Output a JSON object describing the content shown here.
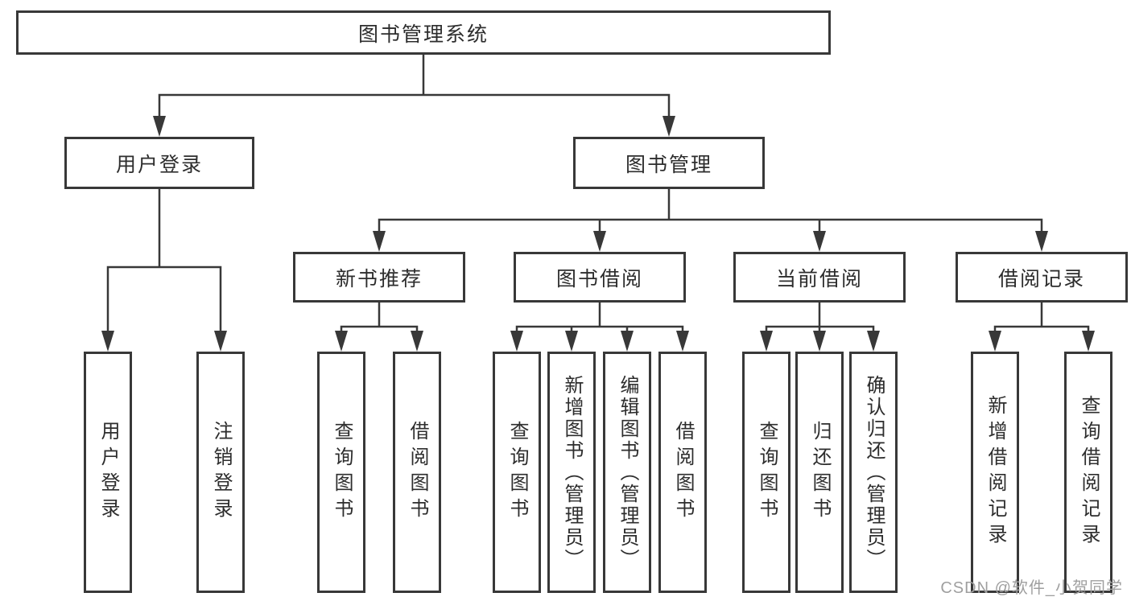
{
  "diagram": {
    "root": {
      "label": "图书管理系统"
    },
    "branches": [
      {
        "label": "用户登录",
        "children": [
          {
            "label": "用户登录"
          },
          {
            "label": "注销登录"
          }
        ]
      },
      {
        "label": "图书管理",
        "children": [
          {
            "label": "新书推荐",
            "children": [
              {
                "label": "查询图书"
              },
              {
                "label": "借阅图书"
              }
            ]
          },
          {
            "label": "图书借阅",
            "children": [
              {
                "label": "查询图书"
              },
              {
                "label": "新增图书（管理员）"
              },
              {
                "label": "编辑图书（管理员）"
              },
              {
                "label": "借阅图书"
              }
            ]
          },
          {
            "label": "当前借阅",
            "children": [
              {
                "label": "查询图书"
              },
              {
                "label": "归还图书"
              },
              {
                "label": "确认归还（管理员）"
              }
            ]
          },
          {
            "label": "借阅记录",
            "children": [
              {
                "label": "新增借阅记录"
              },
              {
                "label": "查询借阅记录"
              }
            ]
          }
        ]
      }
    ]
  },
  "watermark": {
    "text": "CSDN @软件_小贺同学"
  },
  "colors": {
    "line": "#383838",
    "text": "#2d2d2d",
    "watermark": "#9f9f9f",
    "background": "#ffffff"
  }
}
